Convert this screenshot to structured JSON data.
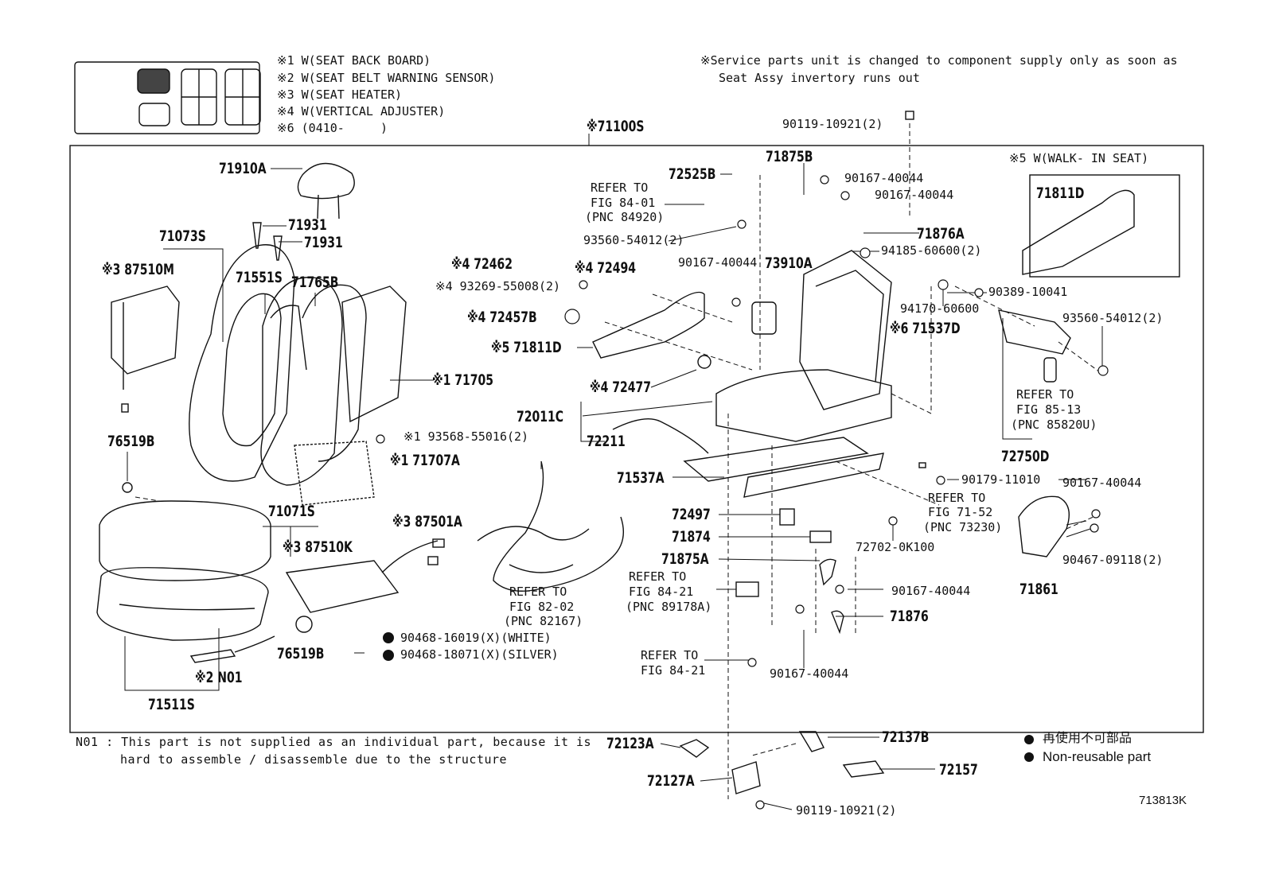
{
  "legend": {
    "notes": [
      "※1 W(SEAT BACK BOARD)",
      "※2 W(SEAT BELT WARNING SENSOR)",
      "※3 W(SEAT HEATER)",
      "※4 W(VERTICAL ADJUSTER)",
      "※6 (0410-     )"
    ]
  },
  "service_note": {
    "line1": "※Service parts unit is changed to component supply only as soon as",
    "line2": "Seat Assy invertory runs out"
  },
  "assembly": {
    "label": "※71100S",
    "bolt_top": "90119-10921(2)"
  },
  "walk_in": {
    "title": "※5 W(WALK- IN SEAT)",
    "part": "71811D"
  },
  "parts": {
    "p71910A": "71910A",
    "p71931a": "71931",
    "p71931b": "71931",
    "p71073S": "71073S",
    "p87510M": "※3 87510M",
    "p71551S": "71551S",
    "p71765B": "71765B",
    "p71705": "※1 71705",
    "p93568": "※1 93568-55016(2)",
    "p71707A": "※1 71707A",
    "p76519Ba": "76519B",
    "p71071S": "71071S",
    "p87510K": "※3 87510K",
    "p87501A": "※3 87501A",
    "p76519Bb": "76519B",
    "pN01": "※2 N01",
    "p71511S": "71511S",
    "p90468a": "90468-16019(X)(WHITE)",
    "p90468b": "90468-18071(X)(SILVER)",
    "p72525B": "72525B",
    "p71875B": "71875B",
    "p90167a": "90167-40044",
    "p90167b": "90167-40044",
    "p71876A": "71876A",
    "p94185": "94185-60600(2)",
    "p93560a": "93560-54012(2)",
    "p72462": "※4 72462",
    "p72494": "※4 72494",
    "p93269": "※4 93269-55008(2)",
    "p72457B": "※4 72457B",
    "p71811Dmain": "※5 71811D",
    "p90167c": "90167-40044",
    "p73910A": "73910A",
    "p94170": "94170-60600",
    "p71537D": "※6 71537D",
    "p90389": "90389-10041",
    "p93560b": "93560-54012(2)",
    "p72477": "※4 72477",
    "p72011C": "72011C",
    "p72211": "72211",
    "p72750D": "72750D",
    "p71537A": "71537A",
    "p90179": "90179-11010",
    "p90167d": "90167-40044",
    "p72497": "72497",
    "p71874": "71874",
    "p72702": "72702-0K100",
    "p90467": "90467-09118(2)",
    "p71861": "71861",
    "p71875A": "71875A",
    "p90167e": "90167-40044",
    "p71876": "71876",
    "p90167f": "90167-40044",
    "p72123A": "72123A",
    "p72127A": "72127A",
    "p72137B": "72137B",
    "p72157": "72157",
    "p90119b": "90119-10921(2)"
  },
  "refs": {
    "r8401": [
      "REFER TO",
      "FIG 84-01",
      "(PNC 84920)"
    ],
    "r8202": [
      "REFER TO",
      "FIG 82-02",
      "(PNC 82167)"
    ],
    "r8421a": [
      "REFER TO",
      "FIG 84-21",
      "(PNC 89178A)"
    ],
    "r8421b": [
      "REFER TO",
      "FIG 84-21"
    ],
    "r8513": [
      "REFER TO",
      "FIG 85-13",
      "(PNC 85820U)"
    ],
    "r7152": [
      "REFER TO",
      "FIG 71-52",
      "(PNC 73230)"
    ]
  },
  "footnote": {
    "line1": "N01 : This part is not supplied as an individual part, because it is",
    "line2": "hard to assemble / disassemble due to the structure"
  },
  "reuse_legend": {
    "jp": "再使用不可部品",
    "en": "Non-reusable part"
  },
  "figure_id": "713813K"
}
